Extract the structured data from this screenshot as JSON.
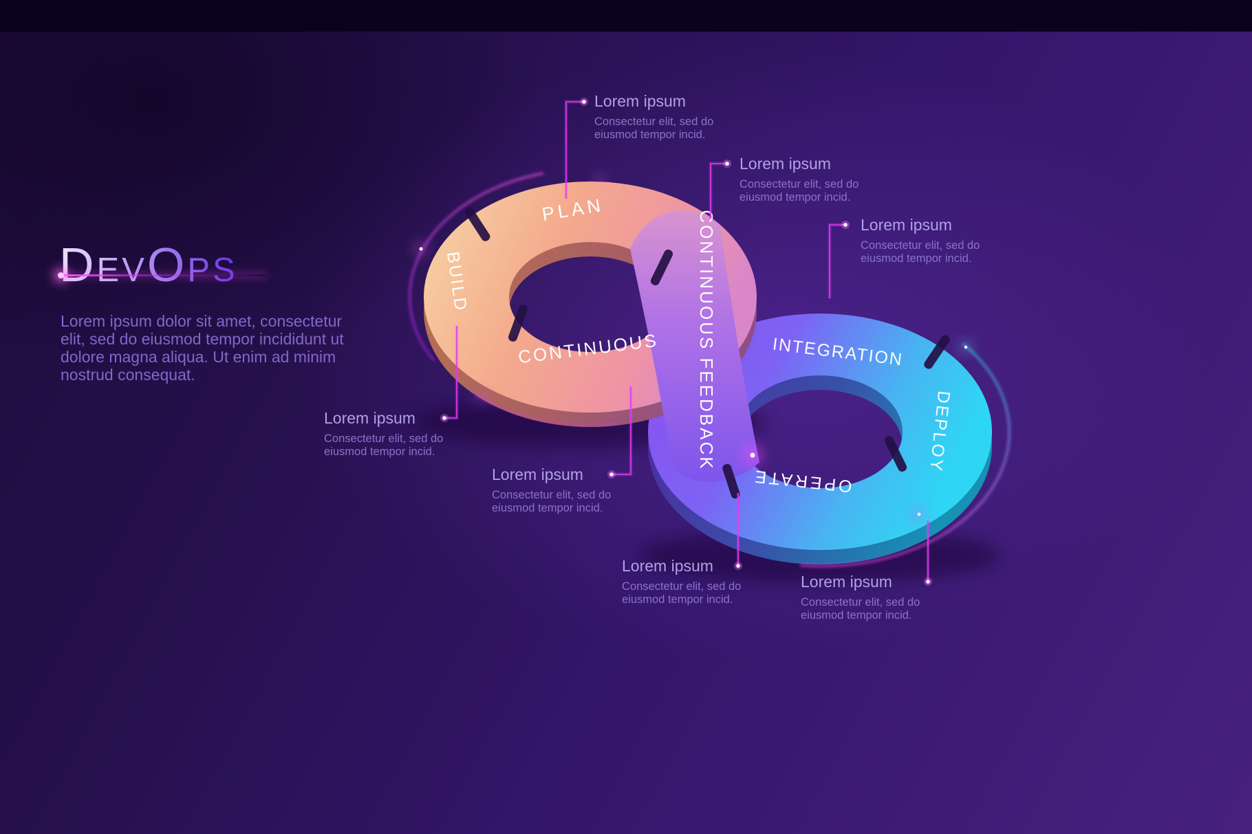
{
  "colors": {
    "background_top_strip": "#0b021d",
    "background_gradient_start": "#1e0b3a",
    "background_gradient_end": "#48217f",
    "accent_magenta": "#e13af2",
    "ring_left_gradient_start": "#f8d6a6",
    "ring_left_gradient_end": "#d987c9",
    "ring_right_gradient_start": "#8b4ff0",
    "ring_right_gradient_end": "#2fd6f4",
    "ribbon_gradient_start": "#d894cf",
    "ribbon_gradient_end": "#7e55ec",
    "title_gradient_start": "#ece1ff",
    "title_gradient_end": "#6d3be2",
    "ring_label_text": "#ffffff",
    "callout_title_text": "#b2a0e6",
    "callout_description_text": "#8a72c9"
  },
  "header": {
    "title": "DevOps",
    "description": "Lorem ipsum dolor sit amet, consectetur elit, sed do eiusmod tempor incididunt ut dolore magna aliqua. Ut enim ad minim nostrud consequat."
  },
  "loop": {
    "plan": "PLAN",
    "build": "BUILD",
    "continuous": "CONTINUOUS",
    "feedback": "CONTINUOUS FEEDBACK",
    "integration": "INTEGRATION",
    "deploy": "DEPLOY",
    "operate": "OPERATE"
  },
  "callouts": [
    {
      "title": "Lorem ipsum",
      "description": "Consectetur elit, sed do eiusmod tempor incid."
    },
    {
      "title": "Lorem ipsum",
      "description": "Consectetur elit, sed do eiusmod tempor incid."
    },
    {
      "title": "Lorem ipsum",
      "description": "Consectetur elit, sed do eiusmod tempor incid."
    },
    {
      "title": "Lorem ipsum",
      "description": "Consectetur elit, sed do eiusmod tempor incid."
    },
    {
      "title": "Lorem ipsum",
      "description": "Consectetur elit, sed do eiusmod tempor incid."
    },
    {
      "title": "Lorem ipsum",
      "description": "Consectetur elit, sed do eiusmod tempor incid."
    },
    {
      "title": "Lorem ipsum",
      "description": "Consectetur elit, sed do eiusmod tempor incid."
    }
  ]
}
